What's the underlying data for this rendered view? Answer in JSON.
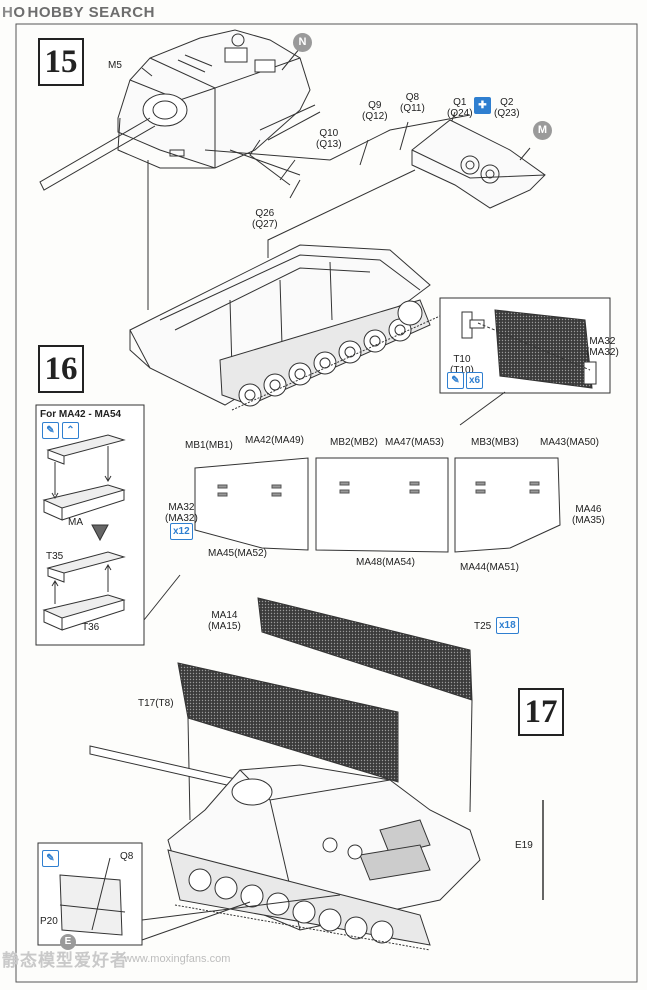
{
  "brand": {
    "prefix": "H",
    "name": "HOBBY SEARCH"
  },
  "steps": {
    "s15": "15",
    "s16": "16",
    "s17": "17"
  },
  "callouts": {
    "n": "N",
    "m": "M",
    "e": "E"
  },
  "labels": {
    "m5": "M5",
    "q9": "Q9\n(Q12)",
    "q8": "Q8\n(Q11)",
    "q1": "Q1\n(Q24)",
    "q2": "Q2\n(Q23)",
    "q10": "Q10\n(Q13)",
    "q26": "Q26\n(Q27)",
    "ma32_top": "MA32\n(MA32)",
    "t10": "T10\n(T10)",
    "for_ma": "For MA42 - MA54",
    "ma": "MA",
    "t35": "T35",
    "t36": "T36",
    "mb1": "MB1(MB1)",
    "ma42": "MA42(MA49)",
    "mb2": "MB2(MB2)",
    "ma47": "MA47(MA53)",
    "mb3": "MB3(MB3)",
    "ma43": "MA43(MA50)",
    "ma32_left": "MA32\n(MA32)",
    "ma46": "MA46\n(MA35)",
    "ma45": "MA45(MA52)",
    "ma48": "MA48(MA54)",
    "ma44": "MA44(MA51)",
    "ma14": "MA14\n(MA15)",
    "t25": "T25",
    "t17": "T17(T8)",
    "e19": "E19",
    "q8b": "Q8",
    "p20": "P20"
  },
  "quantities": {
    "x6": "x6",
    "x12": "x12",
    "x18": "x18"
  },
  "watermark": {
    "cn": "静态模型爱好者",
    "url": "www.moxingfans.com"
  },
  "colors": {
    "accent_blue": "#2f7fd0",
    "callout_gray": "#9a9a9a",
    "mesh": "#555555"
  }
}
